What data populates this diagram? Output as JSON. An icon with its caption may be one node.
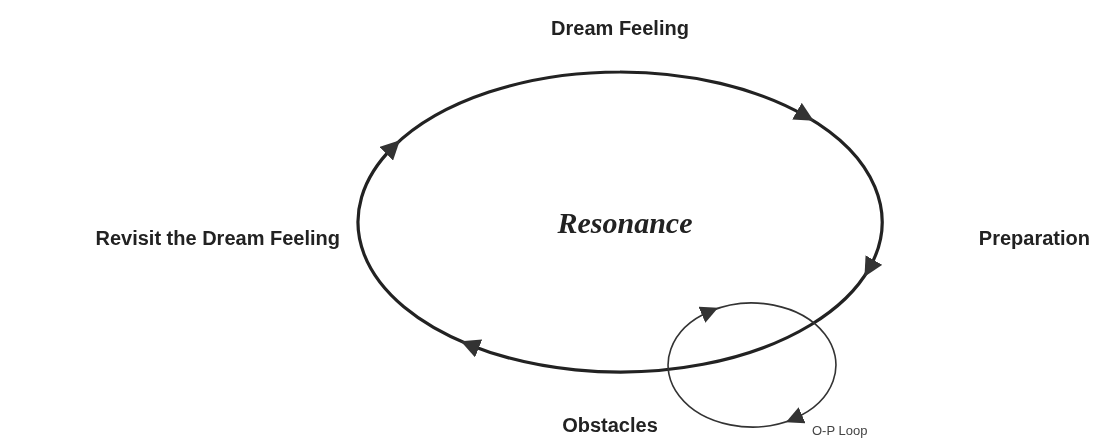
{
  "diagram": {
    "labels": [
      "Dream Feeling",
      "Revisit the Dream Feeling",
      "Resonance",
      "Preparation",
      "Obstacles",
      "O-P Loop"
    ]
  }
}
